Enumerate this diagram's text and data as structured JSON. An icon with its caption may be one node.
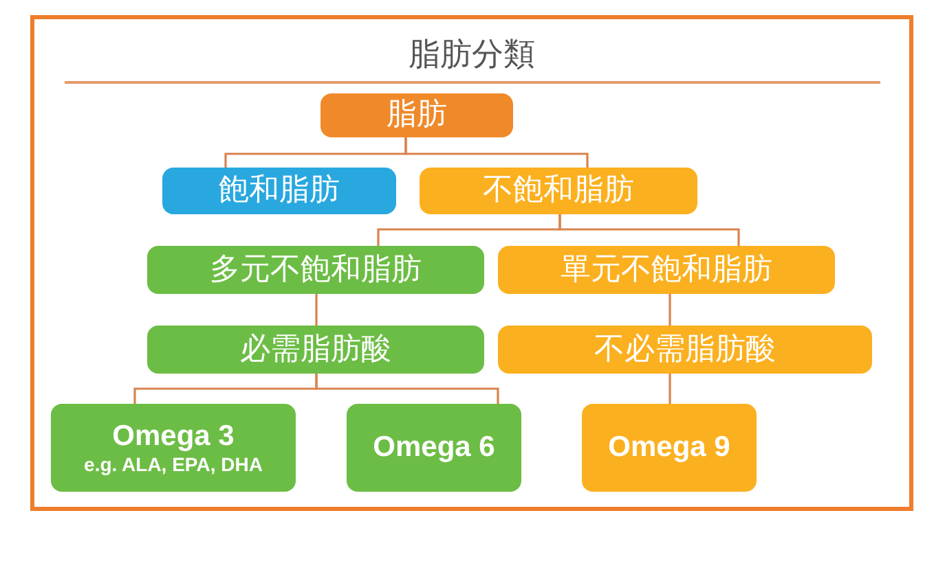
{
  "diagram": {
    "title": "脂肪分類",
    "nodes": [
      {
        "text": [
          "脂肪"
        ]
      },
      {
        "text": [
          "飽和脂肪"
        ]
      },
      {
        "text": [
          "不飽和脂肪"
        ]
      },
      {
        "text": [
          "多元不飽和脂肪"
        ]
      },
      {
        "text": [
          "單元不飽和脂肪"
        ]
      },
      {
        "text": [
          "必需脂肪酸"
        ]
      },
      {
        "text": [
          "不必需脂肪酸"
        ]
      },
      {
        "text": [
          "Omega 3",
          "e.g. ALA, EPA, DHA"
        ]
      },
      {
        "text": [
          "Omega 6"
        ]
      },
      {
        "text": [
          "Omega 9"
        ]
      }
    ],
    "edges": [
      {
        "from": 0,
        "to": 1,
        "arrow": "none"
      },
      {
        "from": 0,
        "to": 2,
        "arrow": "none"
      },
      {
        "from": 2,
        "to": 3,
        "arrow": "none"
      },
      {
        "from": 2,
        "to": 4,
        "arrow": "none"
      },
      {
        "from": 3,
        "to": 5,
        "arrow": "none"
      },
      {
        "from": 4,
        "to": 6,
        "arrow": "none"
      },
      {
        "from": 5,
        "to": 7,
        "arrow": "none"
      },
      {
        "from": 5,
        "to": 8,
        "arrow": "none"
      },
      {
        "from": 6,
        "to": 9,
        "arrow": "none"
      }
    ]
  }
}
